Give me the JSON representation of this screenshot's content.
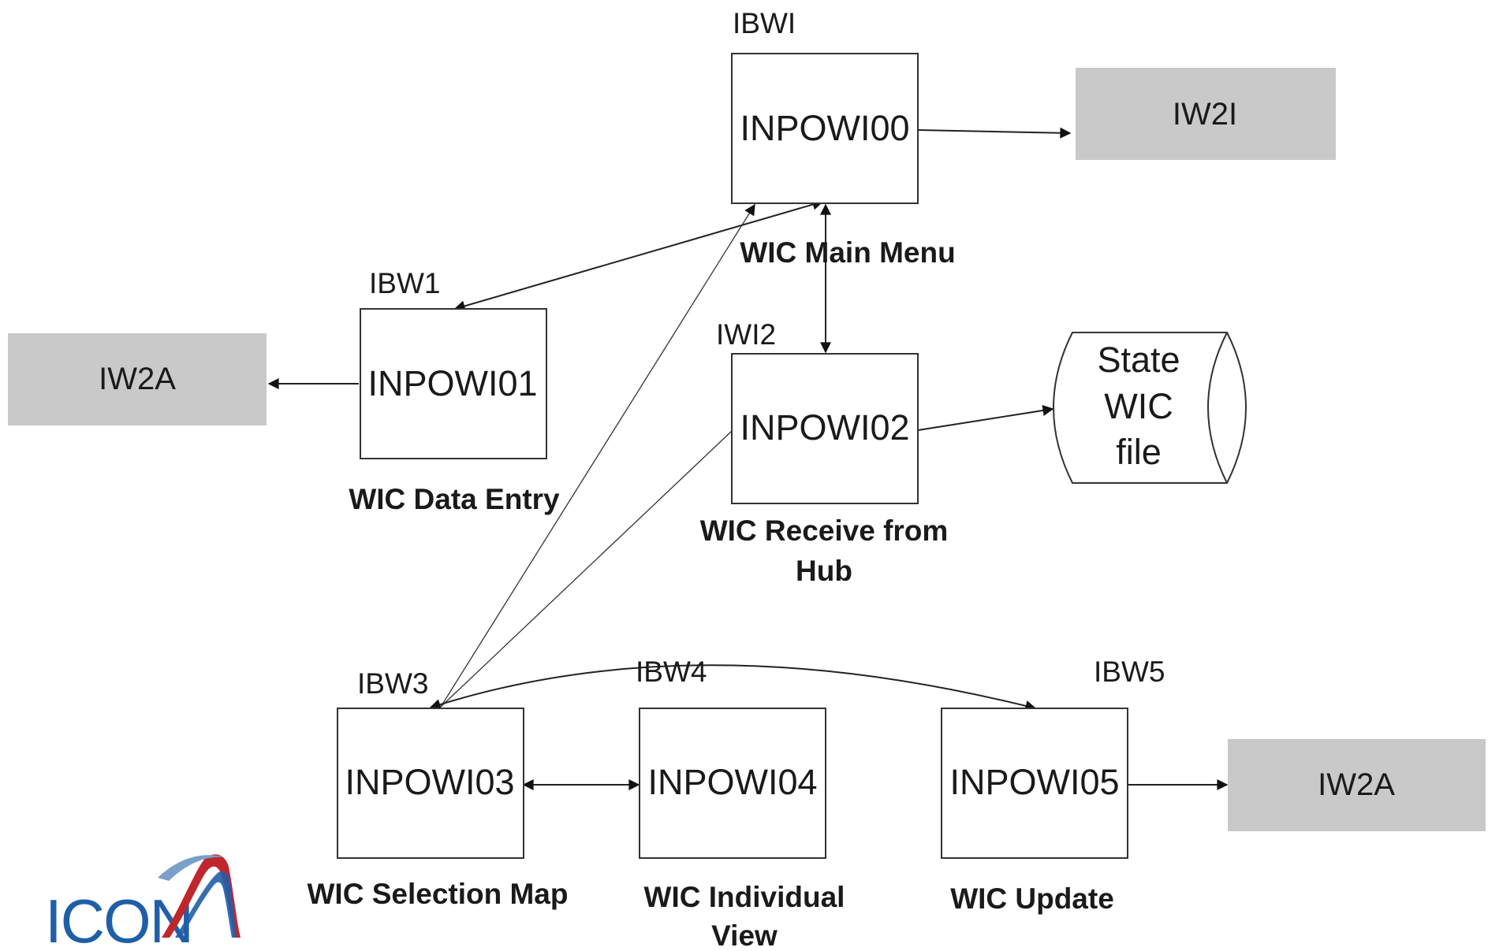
{
  "nodes": {
    "n00": {
      "code": "IBWI",
      "program": "INPOWI00",
      "caption": [
        "WIC Main Menu"
      ]
    },
    "n01": {
      "code": "IBW1",
      "program": "INPOWI01",
      "caption": [
        "WIC Data Entry"
      ]
    },
    "n02": {
      "code": "IWI2",
      "program": "INPOWI02",
      "caption": [
        "WIC Receive from",
        "Hub"
      ]
    },
    "n03": {
      "code": "IBW3",
      "program": "INPOWI03",
      "caption": [
        "WIC Selection Map"
      ]
    },
    "n04": {
      "code": "IBW4",
      "program": "INPOWI04",
      "caption": [
        "WIC Individual",
        "View"
      ]
    },
    "n05": {
      "code": "IBW5",
      "program": "INPOWI05",
      "caption": [
        "WIC Update"
      ]
    }
  },
  "external": {
    "ext_top": "IW2I",
    "ext_left": "IW2A",
    "ext_right": "IW2A"
  },
  "datastore": {
    "lines": [
      "State",
      "WIC",
      "file"
    ]
  },
  "logo": {
    "text": "ICON"
  },
  "colors": {
    "external_fill": "#c9c9c9",
    "logo_blue": "#1f5fa8",
    "logo_red": "#c0272d"
  }
}
